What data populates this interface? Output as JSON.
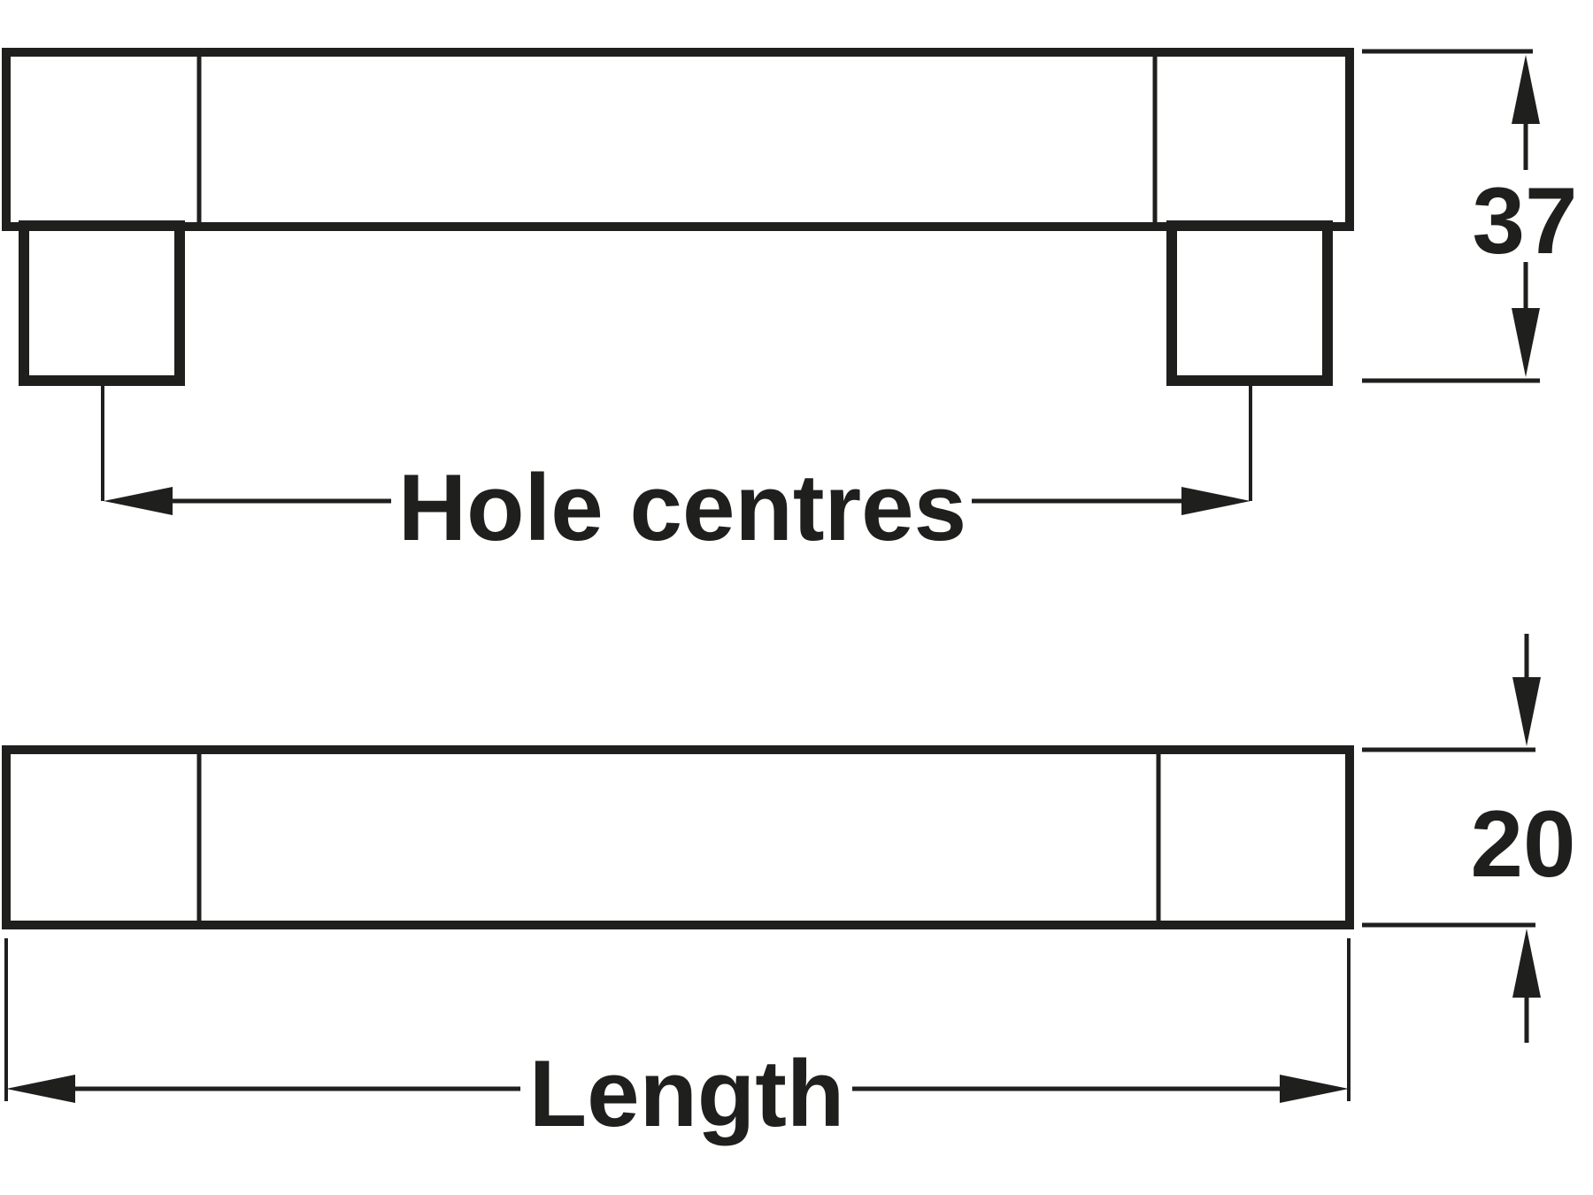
{
  "diagram": {
    "title": "Handle dimension drawing",
    "views": {
      "front_view": "handle front elevation with two fixing posts",
      "profile_view": "handle profile bar"
    },
    "labels": {
      "hole_centres": "Hole centres",
      "length": "Length"
    },
    "dimensions": {
      "overall_height": "37",
      "bar_depth": "20"
    },
    "colors": {
      "ink": "#1f1f1d",
      "background": "#ffffff"
    }
  }
}
